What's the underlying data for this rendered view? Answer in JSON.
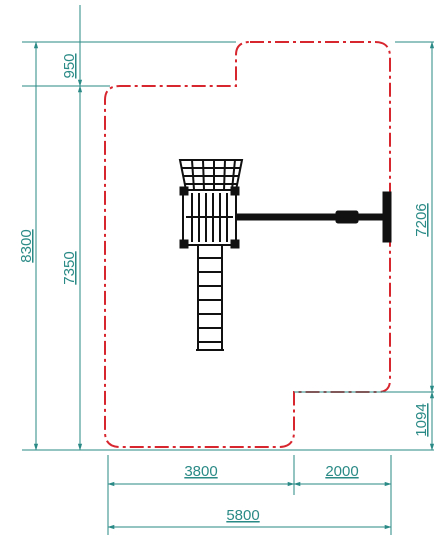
{
  "colors": {
    "dimension": "#2a8a86",
    "safety_zone": "#d8262f",
    "equipment": "#111111"
  },
  "dimensions": {
    "total_height": "8300",
    "top_offset": "950",
    "main_height": "7350",
    "right_height": "7206",
    "right_notch": "1094",
    "bottom_left": "3800",
    "bottom_right": "2000",
    "total_width": "5800"
  }
}
